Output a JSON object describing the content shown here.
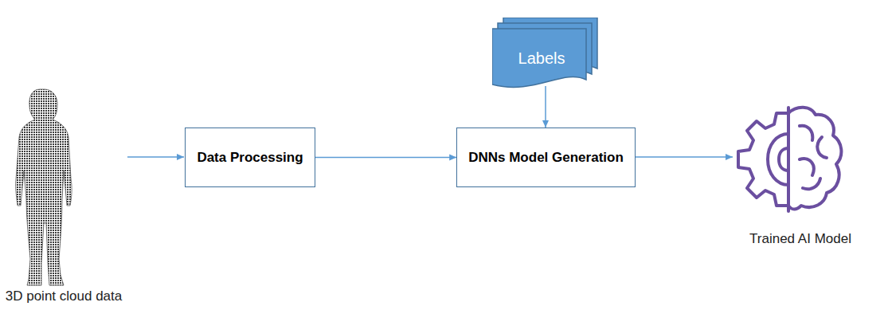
{
  "diagram": {
    "nodes": [
      {
        "text": [
          "Data Processing"
        ]
      },
      {
        "text": [
          "Labels"
        ]
      },
      {
        "text": [
          "DNNs Model Generation"
        ]
      }
    ],
    "edges": [
      {
        "from": 0,
        "to": 2,
        "arrow": "to"
      },
      {
        "from": 1,
        "to": 2,
        "arrow": "to"
      }
    ],
    "labels": [
      "3D point cloud data",
      "Trained AI Model"
    ]
  }
}
